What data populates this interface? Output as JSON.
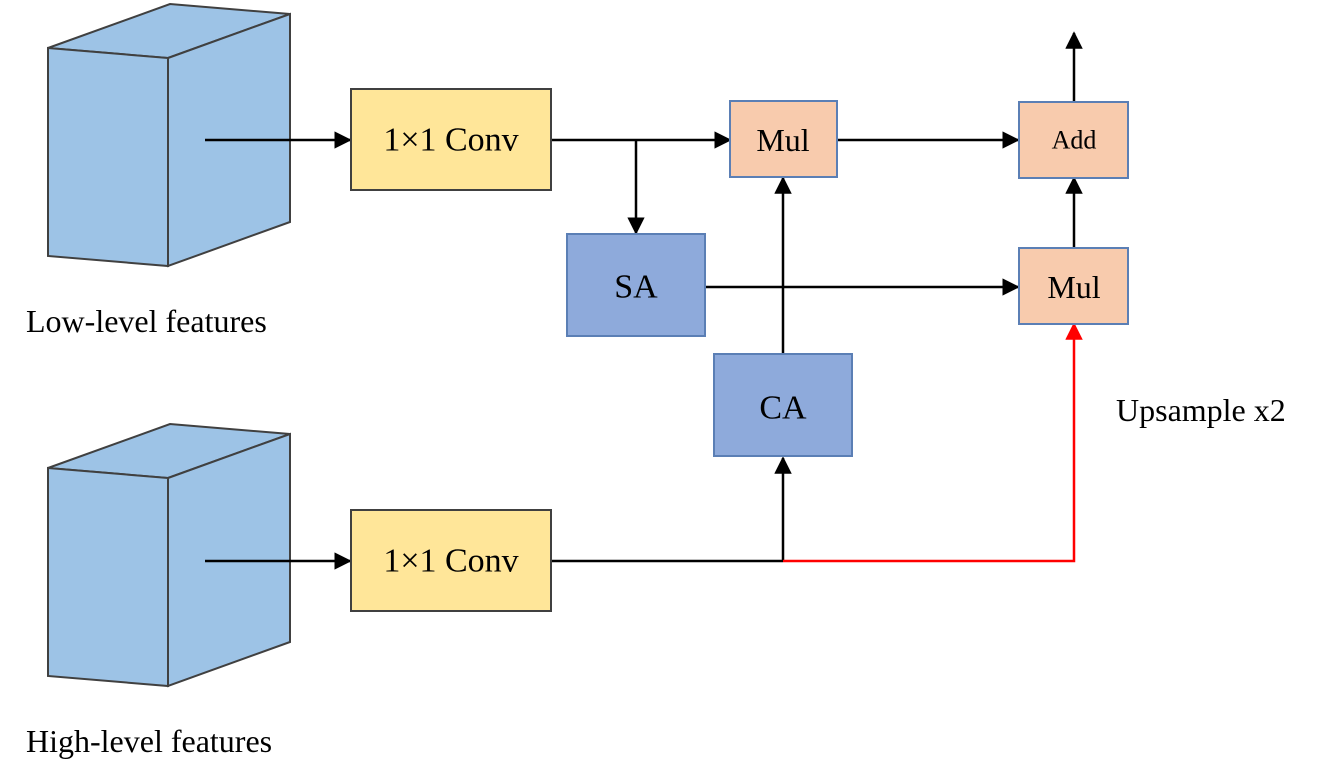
{
  "captions": {
    "low_level": "Low-level features",
    "high_level": "High-level features",
    "upsample": "Upsample x2"
  },
  "nodes": {
    "conv_low": "1×1 Conv",
    "conv_high": "1×1 Conv",
    "mul_top": "Mul",
    "mul_bottom": "Mul",
    "add": "Add",
    "sa": "SA",
    "ca": "CA"
  },
  "colors": {
    "cube_front": "#9dc3e6",
    "cube_side": "#9dc3e6",
    "conv_fill": "#ffe699",
    "mul_fill": "#f8cbad",
    "attention_fill": "#8eaadb",
    "box_stroke": "#5b7fb5",
    "arrow": "#000000",
    "upsample_arrow": "#ff0000"
  }
}
